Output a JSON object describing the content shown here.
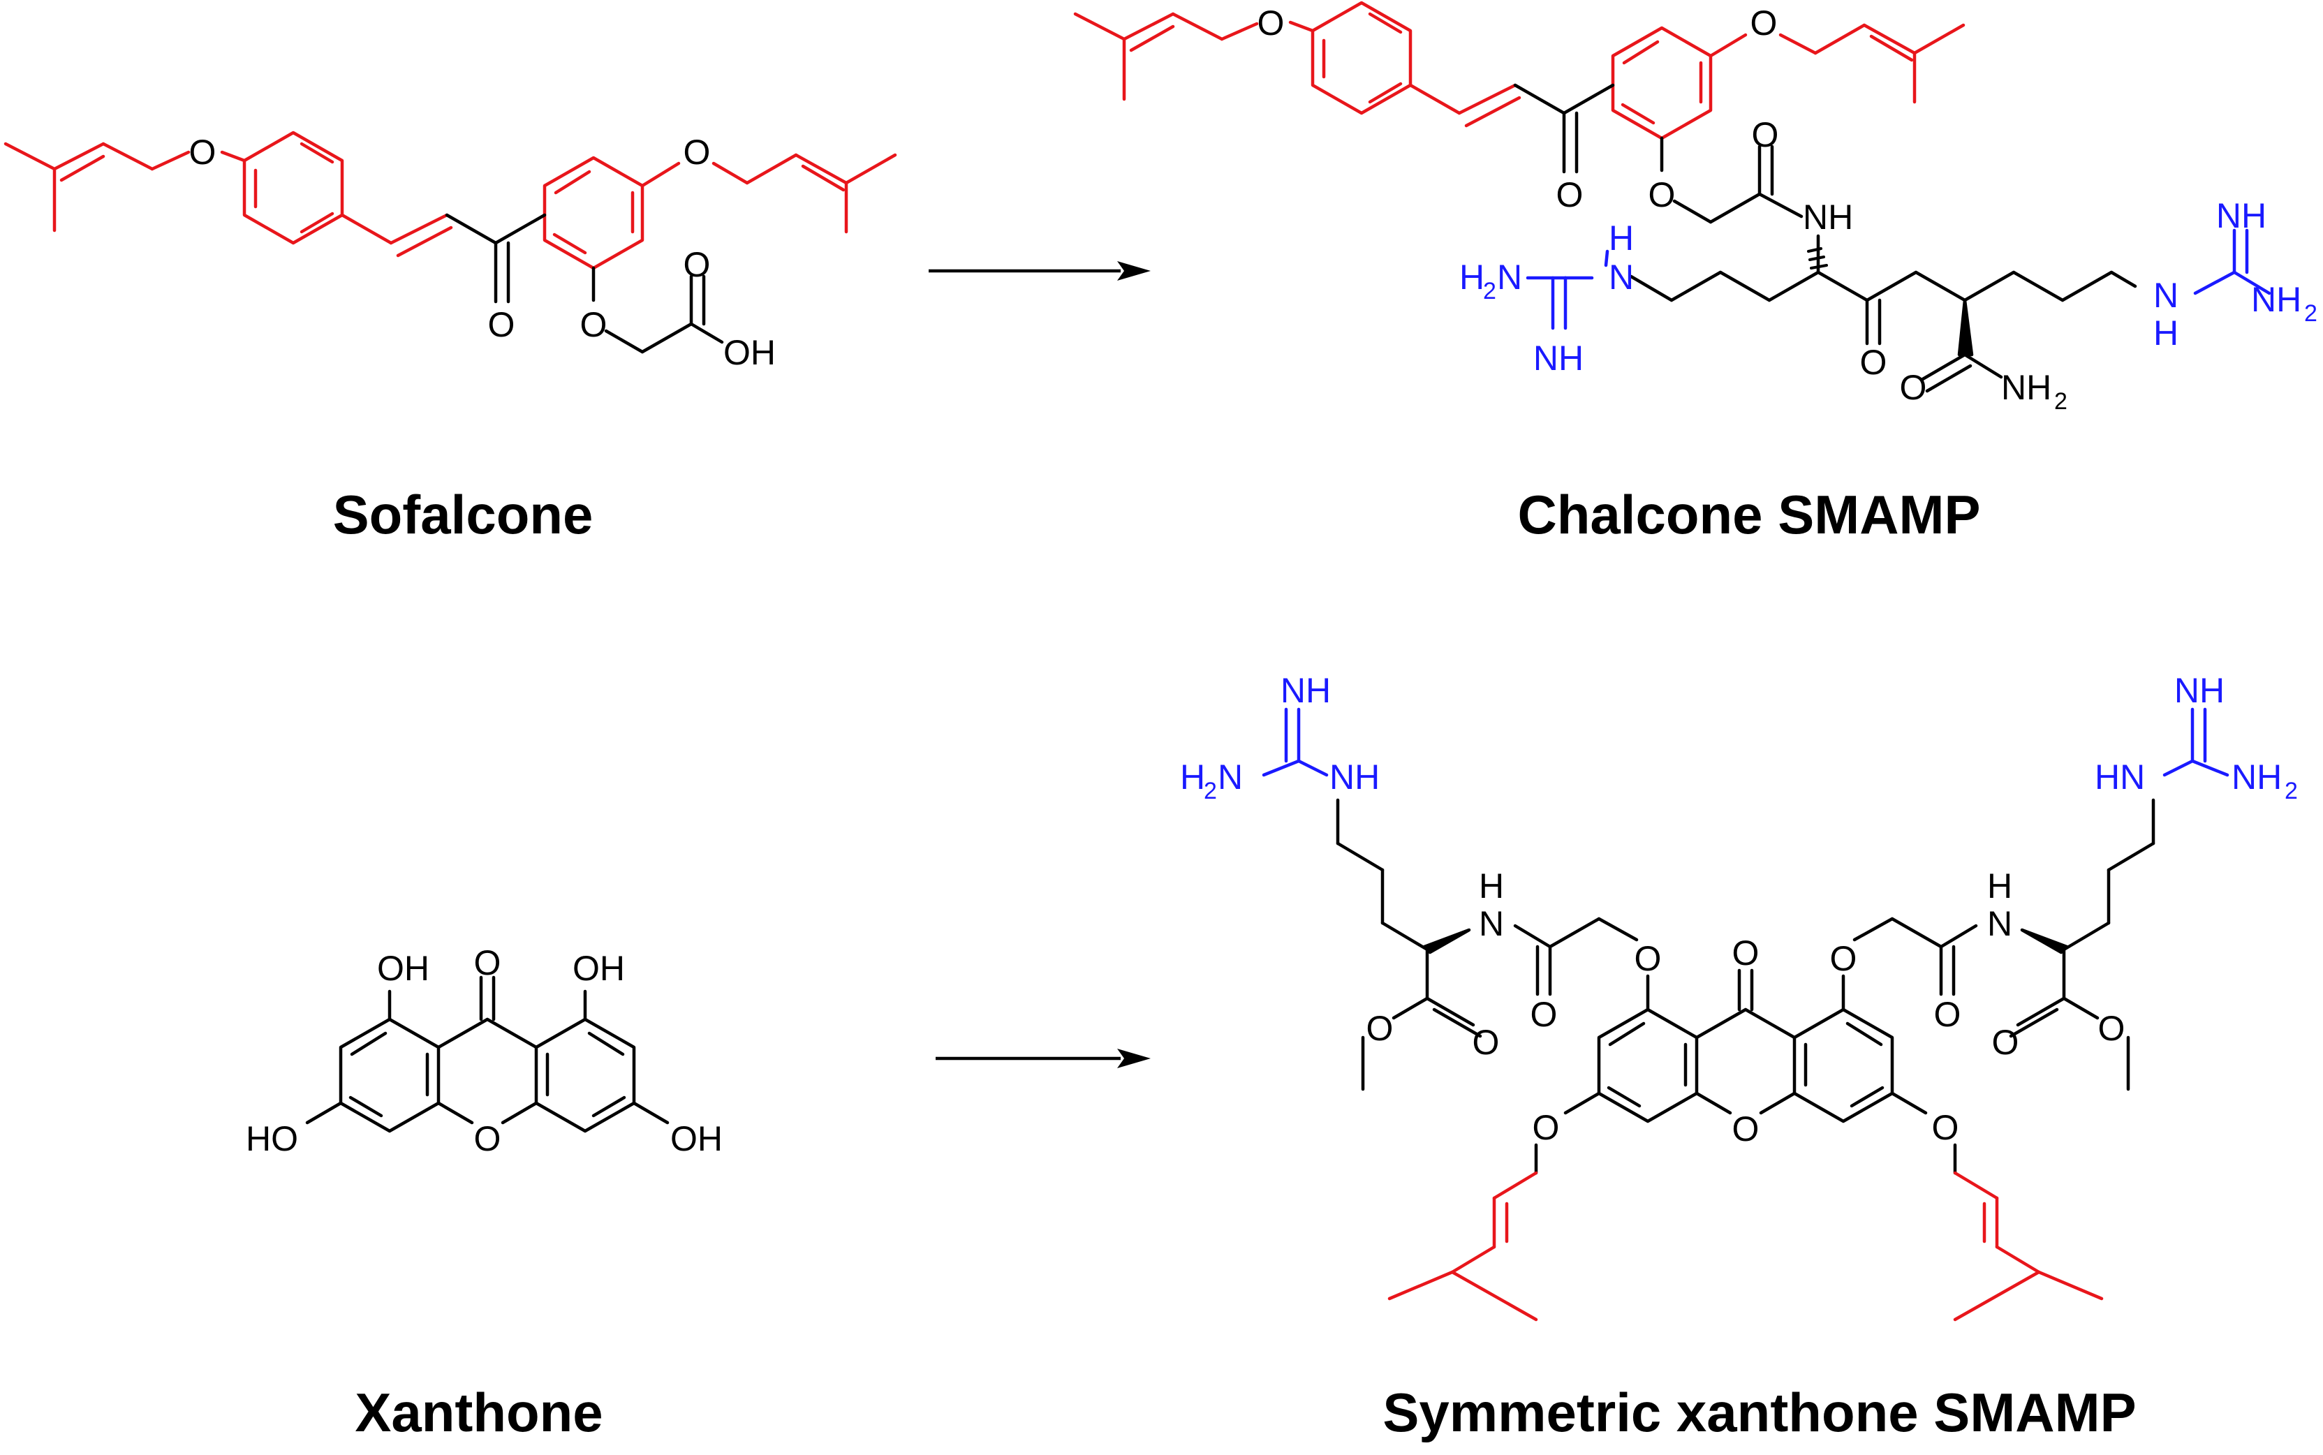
{
  "colors": {
    "ink": "#000000",
    "scaffold": "#e8161b",
    "cationic": "#1a1aff"
  },
  "titles": {
    "sofalcone": "Sofalcone",
    "chalcone_smamp": "Chalcone SMAMP",
    "xanthone": "Xanthone",
    "xanthone_smamp": "Symmetric xanthone SMAMP"
  },
  "atoms": {
    "O": "O",
    "OH": "OH",
    "HO": "HO",
    "NH": "NH",
    "H": "H",
    "N": "N",
    "HN": "HN",
    "NH2": "NH",
    "H2N": "H",
    "sub2": "2",
    "N_suffix": "N"
  }
}
